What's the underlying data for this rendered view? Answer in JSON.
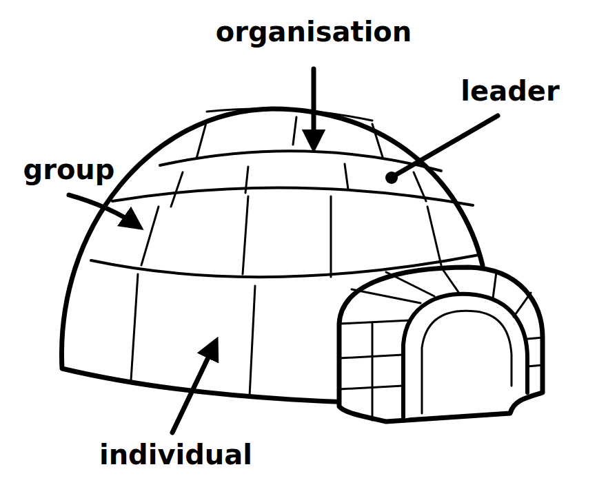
{
  "diagram": {
    "labels": [
      "organisation",
      "leader",
      "group",
      "individual"
    ]
  }
}
